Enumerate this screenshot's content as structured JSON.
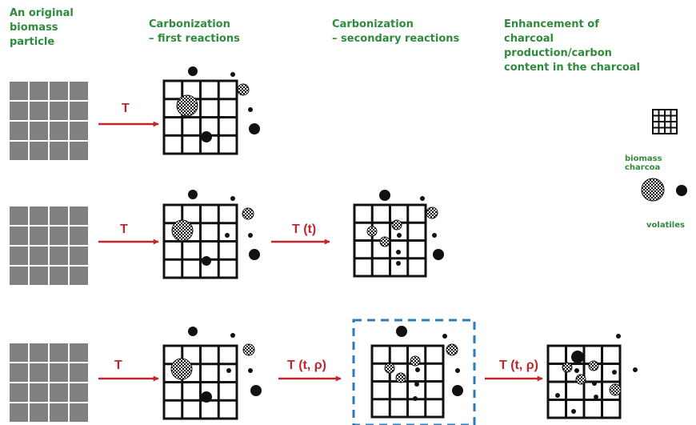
{
  "headers": {
    "original": "An original\nbiomass\nparticle",
    "first": "Carbonization\n– first reactions",
    "secondary": "Carbonization\n– secondary reactions",
    "enhancement": "Enhancement of\ncharcoal\nproduction/carbon\ncontent in the charcoal"
  },
  "legend": {
    "charcoal_label": "biomass charcoa",
    "volatiles_label": "volatiles",
    "charcoal_icon": "grid-icon",
    "volatiles_icon": "checkered-and-black-dots-icon"
  },
  "arrows": {
    "row1_a": "T",
    "row2_a": "T",
    "row2_b": "T (t)",
    "row3_a": "T",
    "row3_b": "T (t, ρ)",
    "row3_c": "T (t, ρ)"
  },
  "colors": {
    "header_text": "#2e8b3c",
    "arrow": "#c0272d",
    "biomass_fill": "#808080",
    "highlight_box": "#2b7bbf",
    "particle": "#111111"
  }
}
